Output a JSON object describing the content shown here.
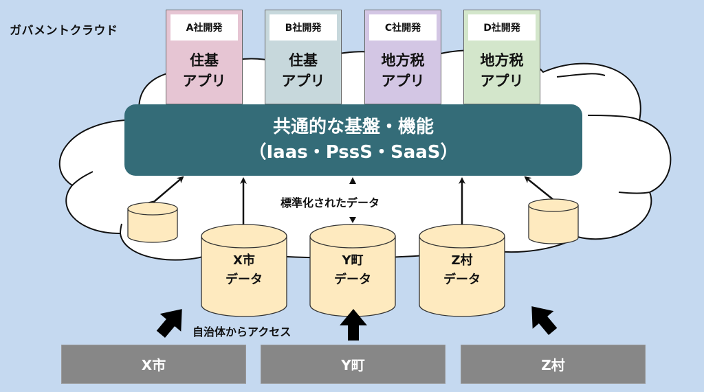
{
  "title": "ガバメントクラウド",
  "apps": [
    {
      "vendor": "A社開発",
      "name": "住基\nアプリ",
      "color": "#e6c5d3"
    },
    {
      "vendor": "B社開発",
      "name": "住基\nアプリ",
      "color": "#c7d8dc"
    },
    {
      "vendor": "C社開発",
      "name": "地方税\nアプリ",
      "color": "#d3c6e4"
    },
    {
      "vendor": "D社開発",
      "name": "地方税\nアプリ",
      "color": "#d3e6cb"
    }
  ],
  "platform": {
    "label": "共通的な基盤・機能\n（Iaas・PssS・SaaS）",
    "color": "#346c78"
  },
  "standardized_data_label": "標準化されたデータ",
  "databases": [
    {
      "label": "X市\nデータ"
    },
    {
      "label": "Y町\nデータ"
    },
    {
      "label": "Z村\nデータ"
    }
  ],
  "access_label": "自治体からアクセス",
  "municipalities": [
    {
      "label": "X市"
    },
    {
      "label": "Y町"
    },
    {
      "label": "Z村"
    }
  ],
  "colors": {
    "background": "#c5d9f0",
    "database_fill": "#feeabf",
    "municipality_fill": "#878787"
  }
}
